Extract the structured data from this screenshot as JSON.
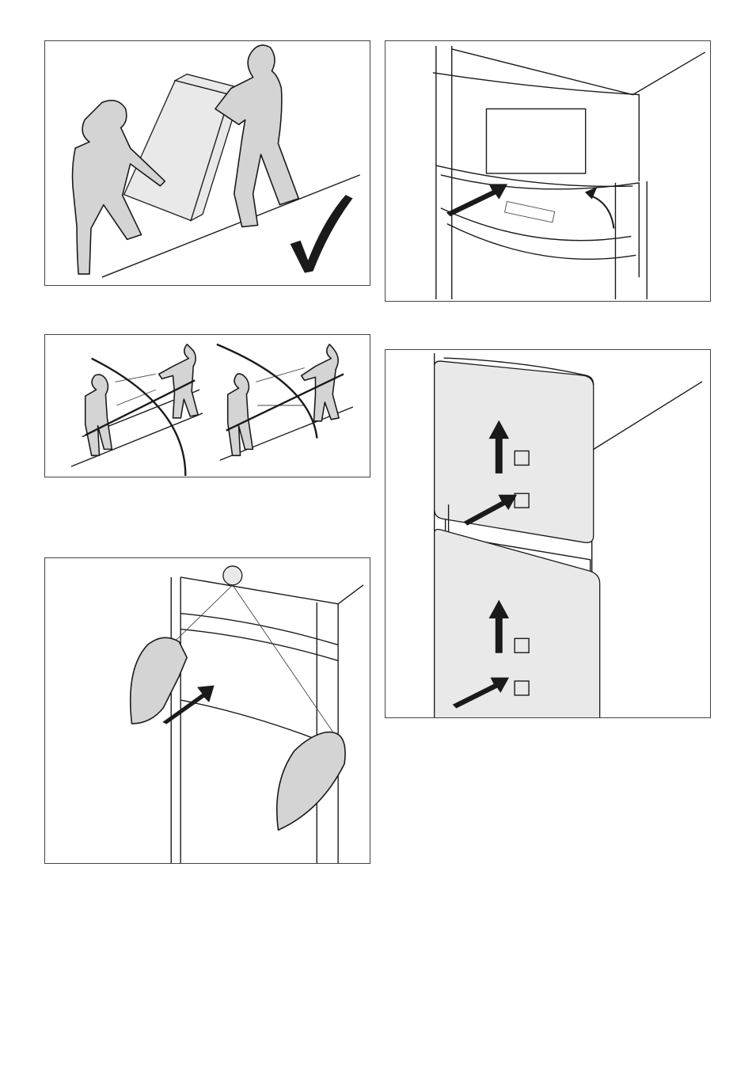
{
  "figures": [
    {
      "id": "carry-correct",
      "icon": "checkmark-icon"
    },
    {
      "id": "carry-incorrect",
      "icon": "cross-out-icon"
    },
    {
      "id": "door-front-grip",
      "icon": "callout-circle-icon"
    },
    {
      "id": "top-cover-removal",
      "icon": "curved-arrow-icon"
    },
    {
      "id": "panel-removal-steps",
      "icon": "step-box-icon"
    }
  ],
  "colors": {
    "line": "#1a1a1a",
    "fill": "#d4d4d4",
    "border": "#444444"
  }
}
